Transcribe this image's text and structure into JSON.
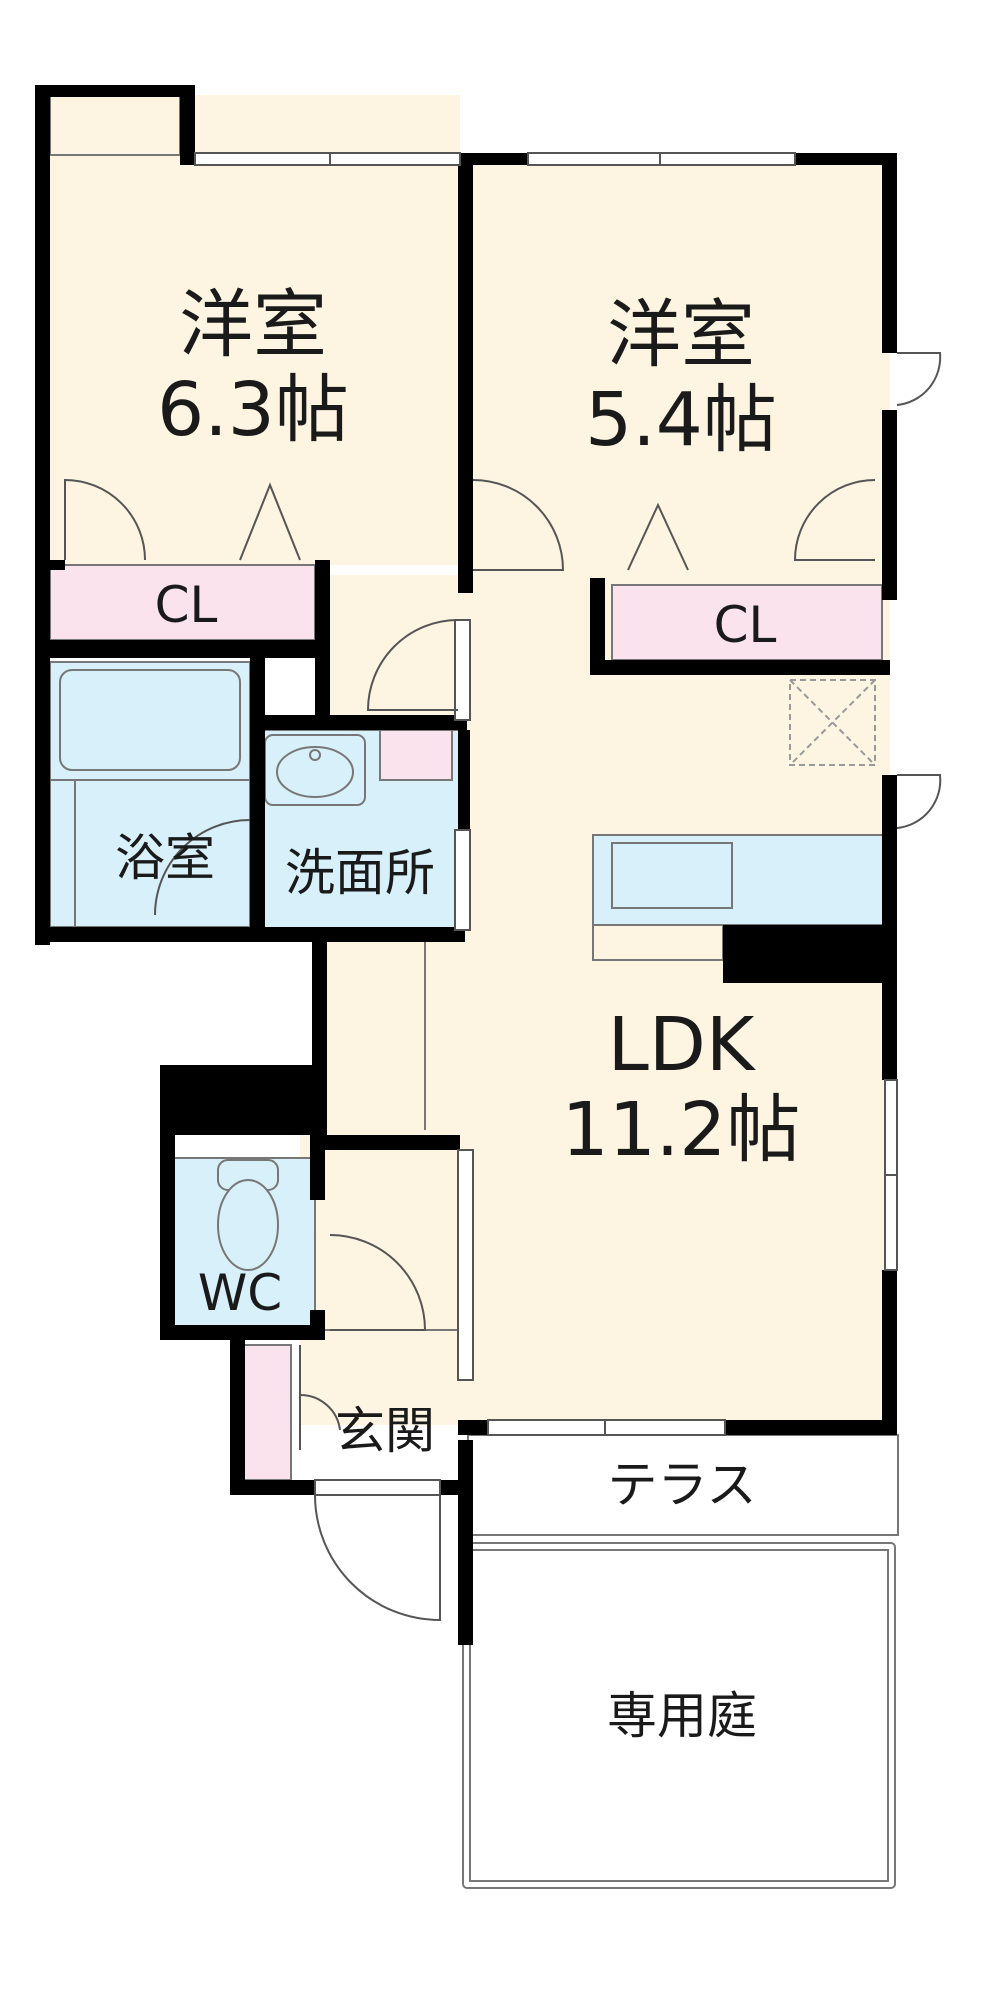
{
  "rooms": {
    "bedroom1": {
      "name": "洋室",
      "size": "6.3帖"
    },
    "bedroom2": {
      "name": "洋室",
      "size": "5.4帖"
    },
    "closet1": {
      "label": "CL"
    },
    "closet2": {
      "label": "CL"
    },
    "bathroom": {
      "label": "浴室"
    },
    "washroom": {
      "label": "洗面所"
    },
    "ldk": {
      "name": "LDK",
      "size": "11.2帖"
    },
    "toilet": {
      "label": "WC"
    },
    "entrance": {
      "label": "玄関"
    },
    "terrace": {
      "label": "テラス"
    },
    "garden": {
      "label": "専用庭"
    }
  },
  "colors": {
    "floor_main": "#fdf5e2",
    "floor_wet": "#d7f0fa",
    "closet": "#fbe3ed",
    "wall": "#000000",
    "line": "#777777"
  }
}
